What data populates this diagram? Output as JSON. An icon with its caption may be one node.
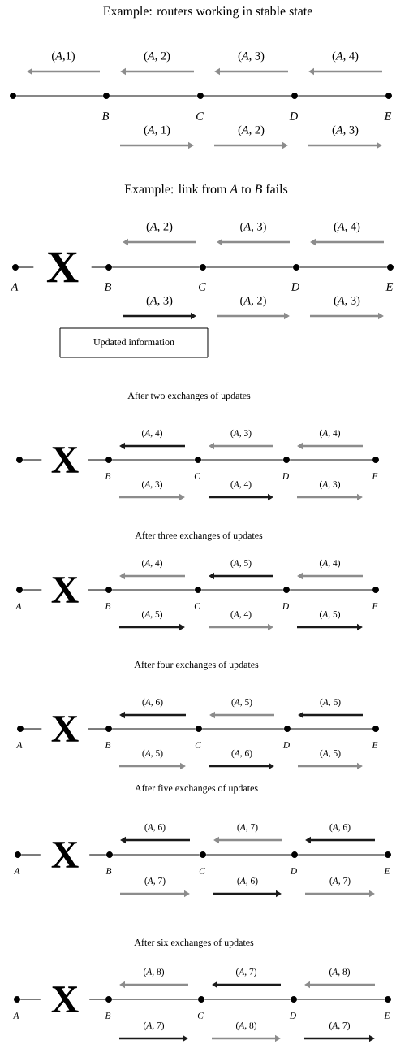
{
  "diagram": {
    "nodes": [
      {
        "text": [],
        "shape": "circle"
      },
      {
        "text": [],
        "shape": "circle",
        "beside": [
          "B"
        ]
      },
      {
        "text": [],
        "shape": "circle",
        "beside": [
          "C"
        ]
      },
      {
        "text": [],
        "shape": "circle",
        "beside": [
          "D"
        ]
      },
      {
        "text": [],
        "shape": "circle",
        "beside": [
          "E"
        ]
      },
      {
        "text": [],
        "shape": "circle",
        "beside": [
          "A"
        ]
      },
      {
        "text": [
          "X"
        ]
      },
      {
        "text": [],
        "shape": "circle",
        "beside": [
          "B"
        ]
      },
      {
        "text": [],
        "shape": "circle",
        "beside": [
          "C"
        ]
      },
      {
        "text": [],
        "shape": "circle",
        "beside": [
          "D"
        ]
      },
      {
        "text": [],
        "shape": "circle",
        "beside": [
          "E"
        ]
      },
      {
        "text": [
          "Updated information"
        ]
      },
      {
        "text": [],
        "shape": "circle"
      },
      {
        "text": [
          "X"
        ]
      },
      {
        "text": [],
        "shape": "circle",
        "beside": [
          "B"
        ]
      },
      {
        "text": [],
        "shape": "circle",
        "beside": [
          "C"
        ]
      },
      {
        "text": [],
        "shape": "circle",
        "beside": [
          "D"
        ]
      },
      {
        "text": [],
        "shape": "circle",
        "beside": [
          "E"
        ]
      },
      {
        "text": [],
        "shape": "circle",
        "beside": [
          "A"
        ]
      },
      {
        "text": [
          "X"
        ]
      },
      {
        "text": [],
        "shape": "circle",
        "beside": [
          "B"
        ]
      },
      {
        "text": [],
        "shape": "circle",
        "beside": [
          "C"
        ]
      },
      {
        "text": [],
        "shape": "circle",
        "beside": [
          "D"
        ]
      },
      {
        "text": [],
        "shape": "circle",
        "beside": [
          "E"
        ]
      },
      {
        "text": [],
        "shape": "circle",
        "beside": [
          "A"
        ]
      },
      {
        "text": [
          "X"
        ]
      },
      {
        "text": [],
        "shape": "circle",
        "beside": [
          "B"
        ]
      },
      {
        "text": [],
        "shape": "circle",
        "beside": [
          "C"
        ]
      },
      {
        "text": [],
        "shape": "circle",
        "beside": [
          "D"
        ]
      },
      {
        "text": [],
        "shape": "circle",
        "beside": [
          "E"
        ]
      },
      {
        "text": [],
        "shape": "circle",
        "beside": [
          "A"
        ]
      },
      {
        "text": [
          "X"
        ]
      },
      {
        "text": [],
        "shape": "circle",
        "beside": [
          "B"
        ]
      },
      {
        "text": [],
        "shape": "circle",
        "beside": [
          "C"
        ]
      },
      {
        "text": [],
        "shape": "circle",
        "beside": [
          "D"
        ]
      },
      {
        "text": [],
        "shape": "circle",
        "beside": [
          "E"
        ]
      },
      {
        "text": [],
        "shape": "circle",
        "beside": [
          "A"
        ]
      },
      {
        "text": [
          "X"
        ]
      },
      {
        "text": [],
        "shape": "circle",
        "beside": [
          "B"
        ]
      },
      {
        "text": [],
        "shape": "circle",
        "beside": [
          "C"
        ]
      },
      {
        "text": [],
        "shape": "circle",
        "beside": [
          "D"
        ]
      },
      {
        "text": [],
        "shape": "circle",
        "beside": [
          "E"
        ]
      }
    ],
    "edges": [
      {
        "from": 0,
        "to": 1,
        "arrow": "none"
      },
      {
        "from": 1,
        "to": 2,
        "arrow": "none"
      },
      {
        "from": 2,
        "to": 3,
        "arrow": "none"
      },
      {
        "from": 3,
        "to": 4,
        "arrow": "none"
      },
      {
        "from": 5,
        "to": 6,
        "arrow": "none"
      },
      {
        "from": 6,
        "to": 7,
        "arrow": "none"
      },
      {
        "from": 7,
        "to": 8,
        "arrow": "none"
      },
      {
        "from": 8,
        "to": 9,
        "arrow": "none"
      },
      {
        "from": 9,
        "to": 10,
        "arrow": "none"
      },
      {
        "from": 12,
        "to": 13,
        "arrow": "none"
      },
      {
        "from": 13,
        "to": 14,
        "arrow": "none"
      },
      {
        "from": 14,
        "to": 15,
        "arrow": "none"
      },
      {
        "from": 15,
        "to": 16,
        "arrow": "none"
      },
      {
        "from": 16,
        "to": 17,
        "arrow": "none"
      },
      {
        "from": 18,
        "to": 19,
        "arrow": "none"
      },
      {
        "from": 19,
        "to": 20,
        "arrow": "none"
      },
      {
        "from": 20,
        "to": 21,
        "arrow": "none"
      },
      {
        "from": 21,
        "to": 22,
        "arrow": "none"
      },
      {
        "from": 22,
        "to": 23,
        "arrow": "none"
      },
      {
        "from": 24,
        "to": 25,
        "arrow": "none"
      },
      {
        "from": 25,
        "to": 26,
        "arrow": "none"
      },
      {
        "from": 26,
        "to": 27,
        "arrow": "none"
      },
      {
        "from": 27,
        "to": 28,
        "arrow": "none"
      },
      {
        "from": 28,
        "to": 29,
        "arrow": "none"
      },
      {
        "from": 30,
        "to": 31,
        "arrow": "none"
      },
      {
        "from": 31,
        "to": 32,
        "arrow": "none"
      },
      {
        "from": 32,
        "to": 33,
        "arrow": "none"
      },
      {
        "from": 33,
        "to": 34,
        "arrow": "none"
      },
      {
        "from": 34,
        "to": 35,
        "arrow": "none"
      },
      {
        "from": 36,
        "to": 37,
        "arrow": "none"
      },
      {
        "from": 37,
        "to": 38,
        "arrow": "none"
      },
      {
        "from": 38,
        "to": 39,
        "arrow": "none"
      },
      {
        "from": 39,
        "to": 40,
        "arrow": "none"
      },
      {
        "from": 40,
        "to": 41,
        "arrow": "none"
      }
    ],
    "labels": [
      "Example: routers working in stable state",
      "(*A*,1)",
      "(*A*, 2)",
      "(*A*, 3)",
      "(*A*, 4)",
      "(*A*, 1)",
      "(*A*, 2)",
      "(*A*, 3)",
      "Example: link from *A* to *B* fails",
      "(*A*, 2)",
      "(*A*, 3)",
      "(*A*, 4)",
      "(*A*, 3)",
      "(*A*, 2)",
      "(*A*, 3)",
      "After two exchanges of updates",
      "(*A*, 4)",
      "(*A*, 3)",
      "(*A*, 4)",
      "(*A*, 3)",
      "(*A*, 4)",
      "(*A*, 3)",
      "After three exchanges of updates",
      "(*A*, 4)",
      "(*A*, 5)",
      "(*A*, 4)",
      "(*A*, 5)",
      "(*A*, 4)",
      "(*A*, 5)",
      "After four exchanges of updates",
      "(*A*, 6)",
      "(*A*, 5)",
      "(*A*, 6)",
      "(*A*, 5)",
      "(*A*, 6)",
      "(*A*, 5)",
      "After five exchanges of updates",
      "(*A*, 6)",
      "(*A*, 7)",
      "(*A*, 6)",
      "(*A*, 7)",
      "(*A*, 6)",
      "(*A*, 7)",
      "After six exchanges of updates",
      "(*A*, 8)",
      "(*A*, 7)",
      "(*A*, 8)",
      "(*A*, 7)",
      "(*A*, 8)",
      "(*A*, 7)"
    ]
  }
}
